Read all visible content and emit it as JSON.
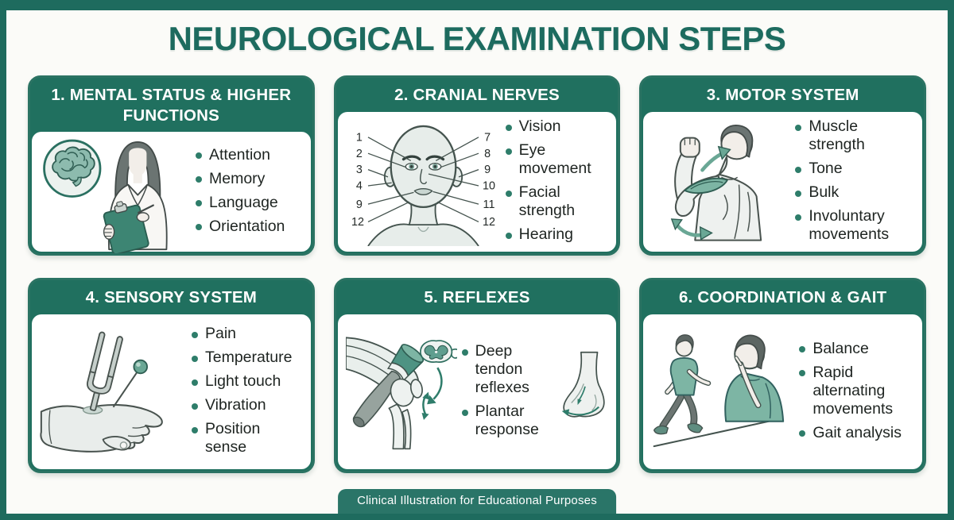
{
  "title": "NEUROLOGICAL EXAMINATION STEPS",
  "footer": {
    "label": "Clinical Illustration for Educational Purposes"
  },
  "colors": {
    "frame": "#1e6b5e",
    "card": "#fbfbf8",
    "panel_header": "#20705f",
    "panel_border": "#2b7363",
    "title": "#1d6b5f",
    "bullet_dot": "#2e7d6a",
    "text": "#1e2421",
    "footer_bg": "#2a7568",
    "illustration_accent": "#7db5a4"
  },
  "panels": [
    {
      "id": "mental-status",
      "title": "1. MENTAL STATUS & HIGHER FUNCTIONS",
      "icon": "brain-and-clinician-icon",
      "bullets": [
        "Attention",
        "Memory",
        "Language",
        "Orientation"
      ]
    },
    {
      "id": "cranial-nerves",
      "title": "2. CRANIAL NERVES",
      "icon": "face-nerve-diagram-icon",
      "diagram_labels": {
        "left": [
          "1",
          "2",
          "3",
          "4",
          "9",
          "12"
        ],
        "right": [
          "7",
          "8",
          "9",
          "10",
          "11",
          "12"
        ]
      },
      "bullets": [
        "Vision",
        "Eye movement",
        "Facial strength",
        "Hearing"
      ]
    },
    {
      "id": "motor-system",
      "title": "3. MOTOR SYSTEM",
      "icon": "flexing-arm-icon",
      "bullets": [
        "Muscle strength",
        "Tone",
        "Bulk",
        "Involuntary movements"
      ]
    },
    {
      "id": "sensory-system",
      "title": "4. SENSORY SYSTEM",
      "icon": "tuning-fork-hand-icon",
      "bullets": [
        "Pain",
        "Temperature",
        "Light touch",
        "Vibration",
        "Position sense"
      ]
    },
    {
      "id": "reflexes",
      "title": "5. REFLEXES",
      "icon": "reflex-hammer-knee-icon",
      "secondary_icon": "plantar-foot-icon",
      "bullets": [
        "Deep tendon reflexes",
        "Plantar response"
      ]
    },
    {
      "id": "coordination-gait",
      "title": "6. COORDINATION & GAIT",
      "icon": "walking-finger-to-nose-icon",
      "bullets": [
        "Balance",
        "Rapid alternating movements",
        "Gait analysis"
      ]
    }
  ]
}
